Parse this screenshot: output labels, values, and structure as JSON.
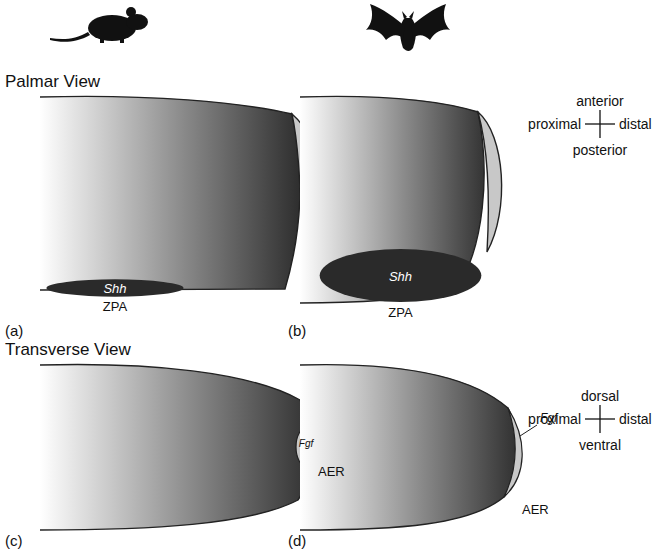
{
  "diagram": {
    "nodes": [
      {
        "text": [
          "Shh",
          "ZPA"
        ]
      },
      {
        "text": [
          "Shh",
          "ZPA"
        ]
      }
    ],
    "labels": [
      "Palmar View",
      "(a)",
      "(b)",
      "anterior",
      "proximal",
      "distal",
      "posterior",
      "Transverse View",
      "Fgf",
      "AER",
      "(c)",
      "Fgf",
      "AER",
      "(d)",
      "dorsal",
      "proximal",
      "distal",
      "ventral"
    ]
  }
}
